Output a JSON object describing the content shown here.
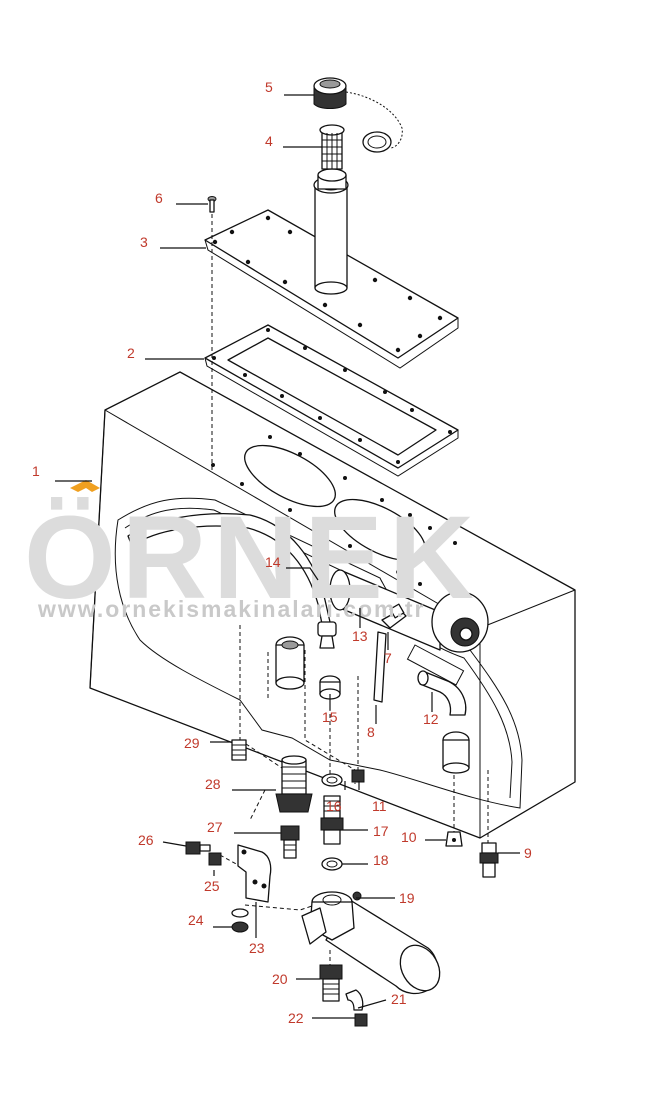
{
  "watermark": {
    "brand": "ÖRNEK",
    "url": "www.ornekismakinalari.com.tr",
    "accent_color": "#f0a020"
  },
  "label_color": "#c0392b",
  "callouts": [
    {
      "id": "1",
      "label": "1"
    },
    {
      "id": "2",
      "label": "2"
    },
    {
      "id": "3",
      "label": "3"
    },
    {
      "id": "4",
      "label": "4"
    },
    {
      "id": "5",
      "label": "5"
    },
    {
      "id": "6",
      "label": "6"
    },
    {
      "id": "7",
      "label": "7"
    },
    {
      "id": "8",
      "label": "8"
    },
    {
      "id": "9",
      "label": "9"
    },
    {
      "id": "10",
      "label": "10"
    },
    {
      "id": "11",
      "label": "11"
    },
    {
      "id": "12",
      "label": "12"
    },
    {
      "id": "13",
      "label": "13"
    },
    {
      "id": "14",
      "label": "14"
    },
    {
      "id": "15",
      "label": "15"
    },
    {
      "id": "16",
      "label": "16"
    },
    {
      "id": "17",
      "label": "17"
    },
    {
      "id": "18",
      "label": "18"
    },
    {
      "id": "19",
      "label": "19"
    },
    {
      "id": "20",
      "label": "20"
    },
    {
      "id": "21",
      "label": "21"
    },
    {
      "id": "22",
      "label": "22"
    },
    {
      "id": "23",
      "label": "23"
    },
    {
      "id": "24",
      "label": "24"
    },
    {
      "id": "25",
      "label": "25"
    },
    {
      "id": "26",
      "label": "26"
    },
    {
      "id": "27",
      "label": "27"
    },
    {
      "id": "28",
      "label": "28"
    },
    {
      "id": "29",
      "label": "29"
    }
  ]
}
